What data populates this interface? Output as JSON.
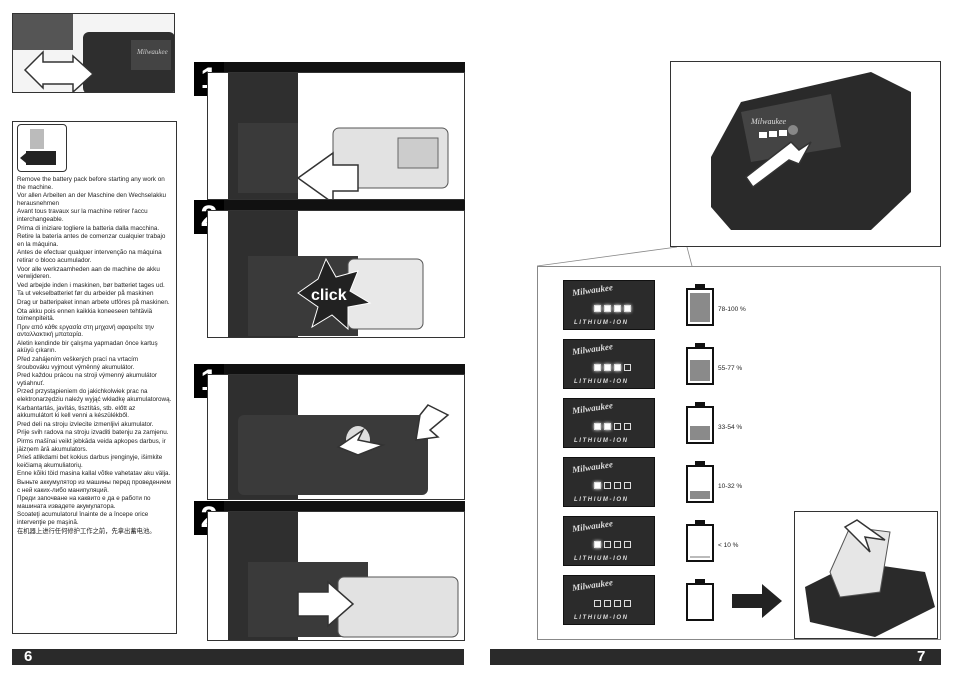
{
  "left_page": {
    "page_number": "6",
    "steps_a": [
      "1",
      "2"
    ],
    "steps_b": [
      "1",
      "2"
    ],
    "click_label": "click",
    "warning_texts": [
      "Remove the battery pack before starting any work on the machine.",
      "Vor allen Arbeiten an der Maschine den Wechselakku herausnehmen",
      "Avant tous travaux sur la machine retirer l'accu interchangeable.",
      "Prima di iniziare togliere la batteria dalla macchina.",
      "Retire la batería antes de comenzar cualquier trabajo en la máquina.",
      "Antes de efectuar qualquer intervenção na máquina retirar o bloco acumulador.",
      "Voor alle werkzaamheden aan de machine de akku verwijderen.",
      "Ved arbejde inden i maskinen, bør batteriet tages ud.",
      "Ta ut vekselbatteriet før du arbeider på maskinen",
      "Drag ur batteripaket innan arbete utföres på maskinen.",
      "Ota akku pois ennen kaikkia koneeseen tehtäviä toimenpiteitä.",
      "Πριν από κάθε εργασία στη μηχανή αφαιρείτε την ανταλλακτική μπαταρία.",
      "Aletin kendinde bir çalışma yapmadan önce kartuş aküyü çıkarın.",
      "Před zahájením veškerých prací na vrtacím šroubováku vyjmout výměnný akumulátor.",
      "Pred každou prácou na stroji výmenný akumulátor vytiahnuť.",
      "Przed przystąpieniem do jakichkolwiek prac na elektronarzędziu należy wyjąć wkładkę akumulatorową.",
      "Karbantartás, javítás, tisztítás, stb. előtt az akkumulátort ki kell venni a készülékből.",
      "Pred deli na stroju izvlecite izmenljivi akumulator.",
      "Prije svih radova na stroju izvaditi batenju za zamjenu.",
      "Pirms mašīnai veikt jebkāda veida apkopes darbus, ir jāizņem ārā akumulators.",
      "Prieš atlikdami bet kokius darbus įrenginyje, išimkite keičiamą akumuliatorių.",
      "Enne kõiki töid masina kallal võtke vahetatav aku välja.",
      "Выньте аккумулятор из машины перед проведением с ней каких-либо манипуляций.",
      "Преди започване на каквито е да е работи по машината извадете акумулатора.",
      "Scoateţi acumulatorul înainte de a începe orice intervenţie pe maşină.",
      "在机器上进行任何修护工作之前，先拿出蓄电池。"
    ]
  },
  "right_page": {
    "page_number": "7",
    "badge_brand": "Milwaukee",
    "badge_chemistry": "LITHIUM-ION",
    "charge_levels": [
      {
        "label": "78-100 %",
        "fill": 0.95,
        "leds_on": 4
      },
      {
        "label": "55-77 %",
        "fill": 0.7,
        "leds_on": 3
      },
      {
        "label": "33-54 %",
        "fill": 0.48,
        "leds_on": 2
      },
      {
        "label": "10-32 %",
        "fill": 0.25,
        "leds_on": 1
      },
      {
        "label": "< 10 %",
        "fill": 0.08,
        "leds_on": 1
      },
      {
        "label": "",
        "fill": 0.0,
        "leds_on": 0
      }
    ]
  }
}
